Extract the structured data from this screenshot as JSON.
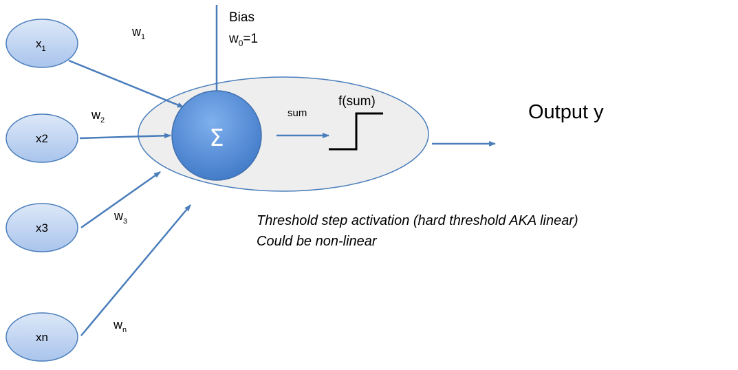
{
  "inputs": [
    {
      "base": "x",
      "sub": "1"
    },
    {
      "base": "x2",
      "sub": ""
    },
    {
      "base": "x3",
      "sub": ""
    },
    {
      "base": "xn",
      "sub": ""
    }
  ],
  "weights": [
    {
      "base": "w",
      "sub": "1"
    },
    {
      "base": "w",
      "sub": "2"
    },
    {
      "base": "w",
      "sub": "3"
    },
    {
      "base": "w",
      "sub": "n"
    }
  ],
  "bias": {
    "title": "Bias",
    "w_base": "w",
    "w_sub": "0",
    "w_value": "=1"
  },
  "sum_symbol": "Σ",
  "sum_label": "sum",
  "activation_label": "f(sum)",
  "output_label": "Output y",
  "caption": {
    "line1": "Threshold step activation (hard threshold AKA linear)",
    "line2": "Could be non-linear"
  },
  "colors": {
    "node_fill": "#c4d7f5",
    "node_stroke": "#4a7ebb",
    "arrow": "#4a7ebb",
    "neuron_fill": "#eeeeee",
    "sum_fill": "#4f8ad4"
  }
}
